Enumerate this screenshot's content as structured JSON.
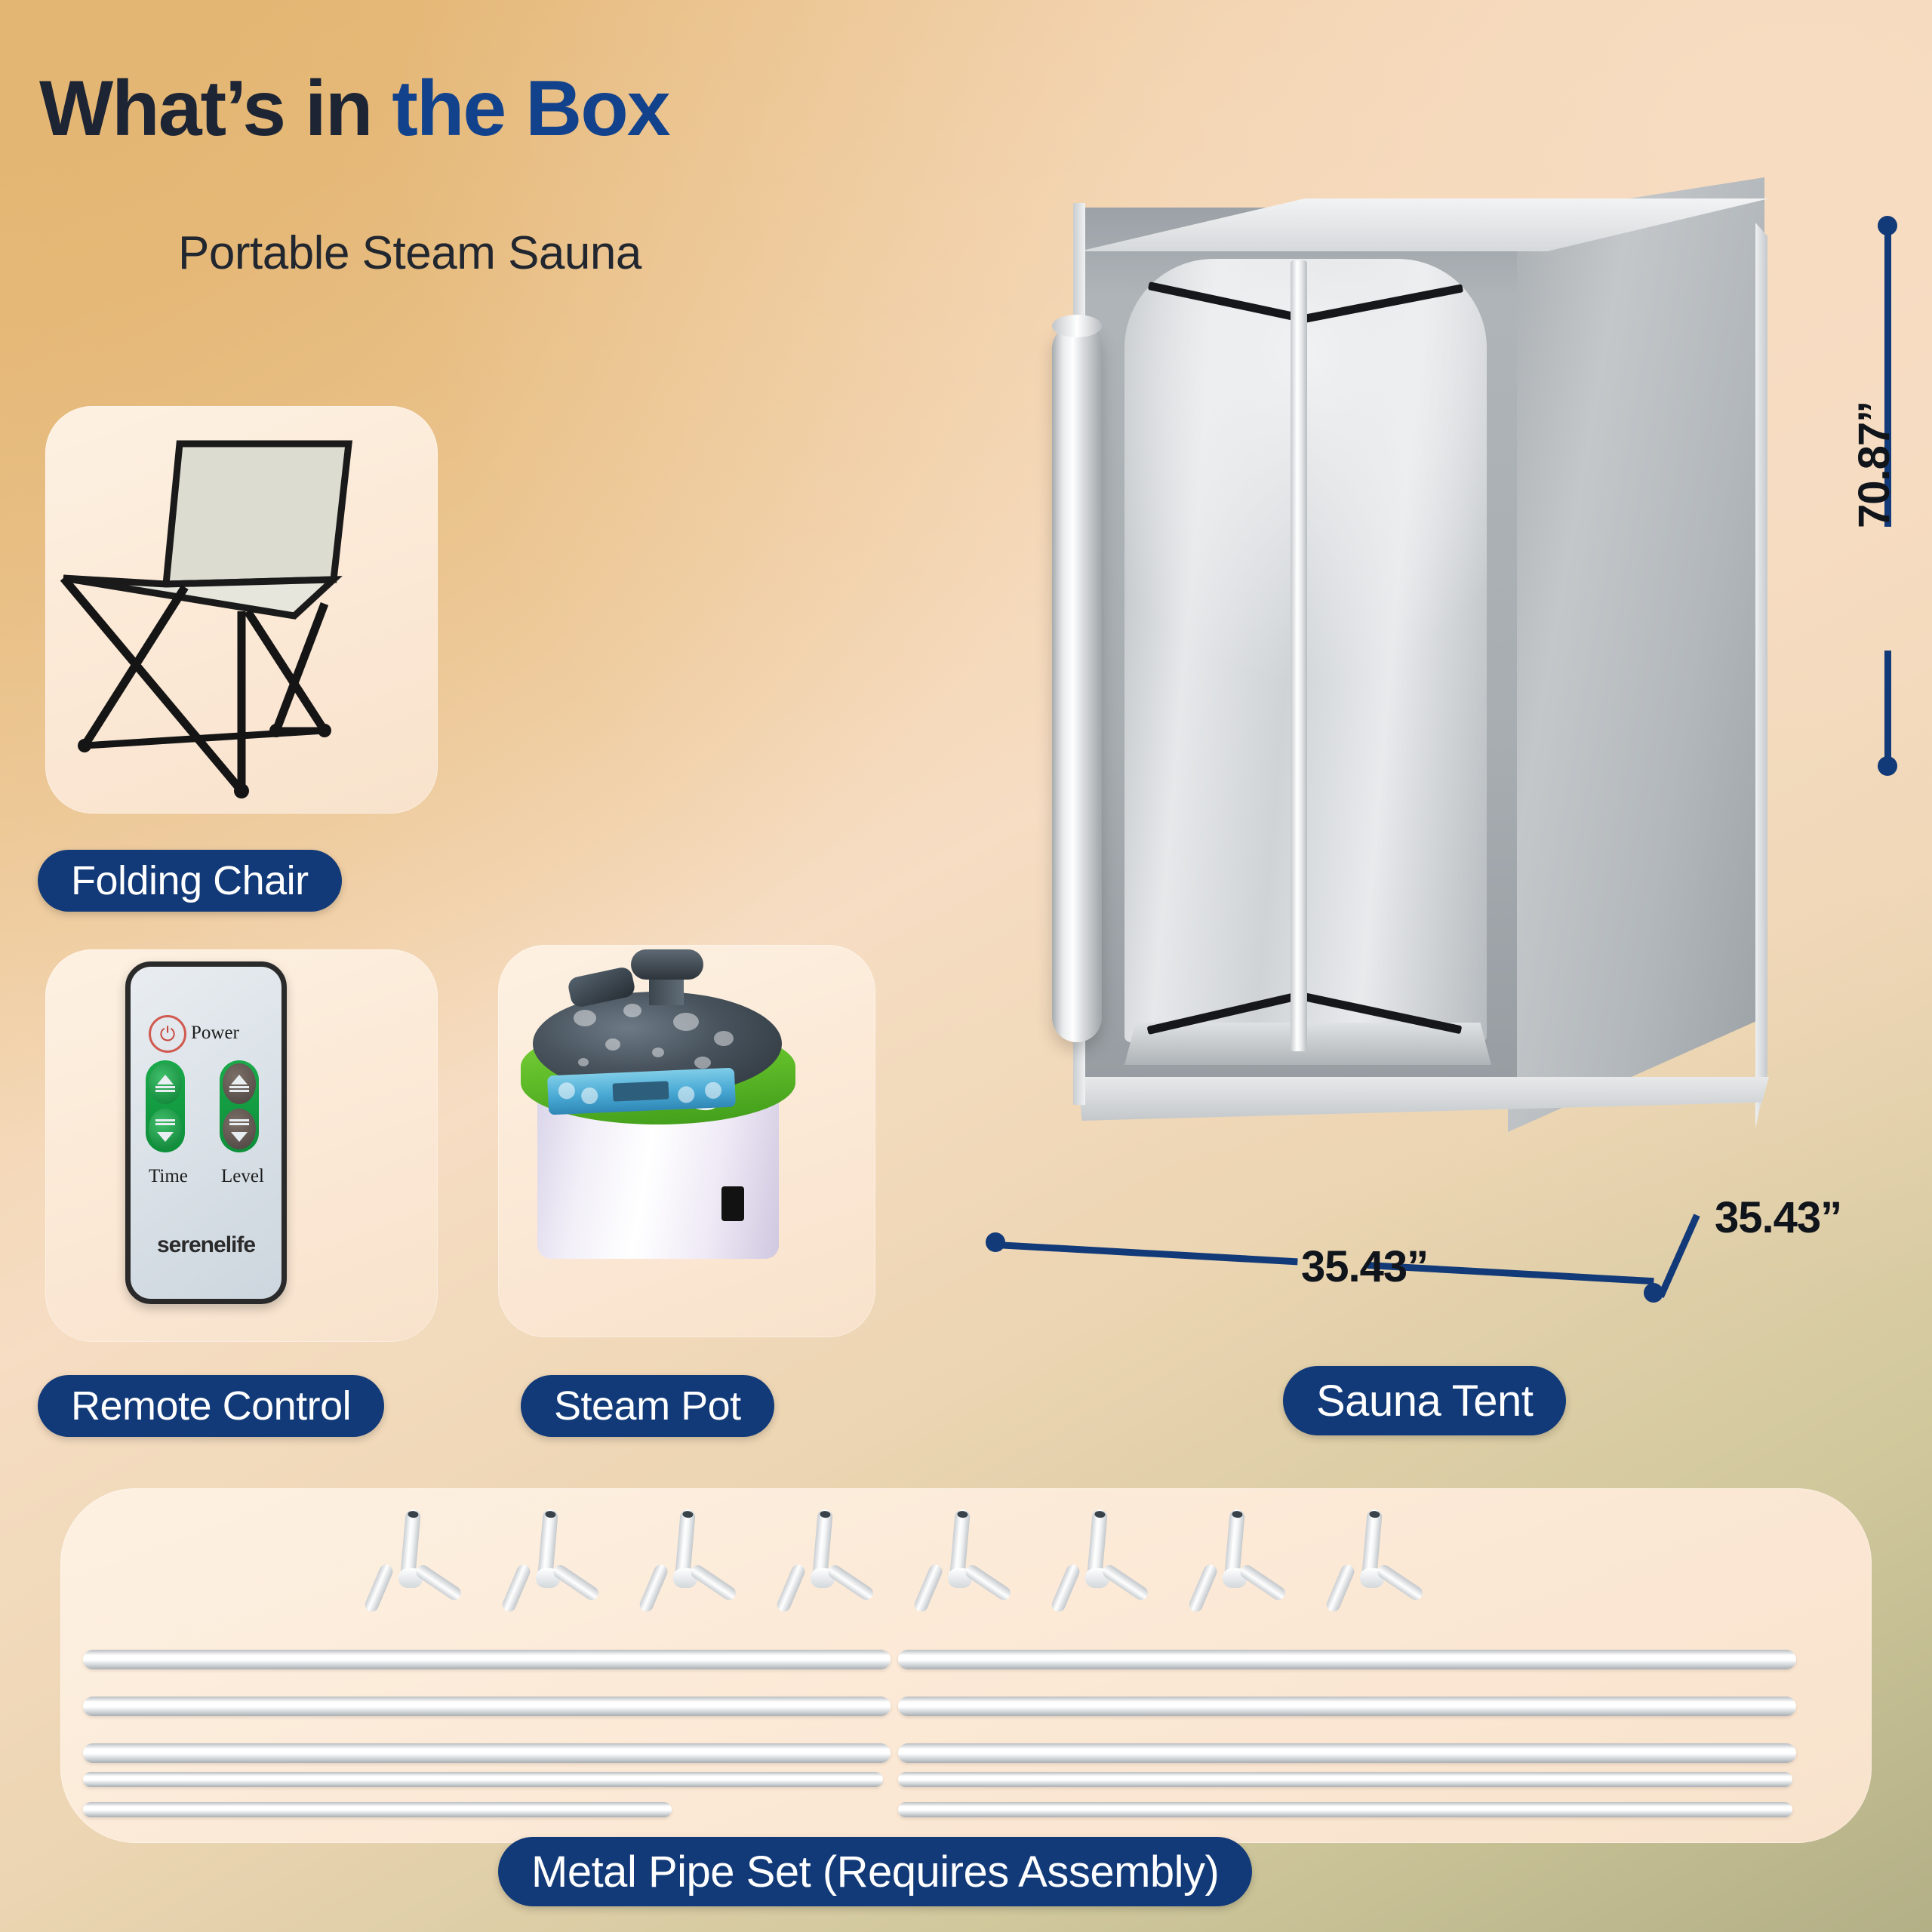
{
  "header": {
    "title_part1": "What’s in ",
    "title_part2": "the Box",
    "subtitle": "Portable Steam Sauna"
  },
  "colors": {
    "badge_navy": "#123a78",
    "title_dark": "#1d2433",
    "title_blue": "#13428c",
    "dimension_navy": "#123a78",
    "card_cream": "#fdf1e2",
    "bg_top_left": "#e4b673",
    "bg_top_right": "#f5d9bf",
    "bg_bottom_right": "#b3af86"
  },
  "items": [
    {
      "label": "Folding Chair"
    },
    {
      "label": "Remote Control"
    },
    {
      "label": "Steam Pot"
    },
    {
      "label": "Sauna Tent"
    },
    {
      "label": "Metal Pipe Set (Requires Assembly)"
    }
  ],
  "remote": {
    "power_label": "Power",
    "time_label": "Time",
    "level_label": "Level",
    "brand": "serenelife",
    "power_icon": "power-icon"
  },
  "dimensions": {
    "height": "70.87”",
    "width": "35.43”",
    "depth": "35.43”"
  },
  "pipe_set": {
    "connector_count": 8,
    "rod_count": 10
  }
}
